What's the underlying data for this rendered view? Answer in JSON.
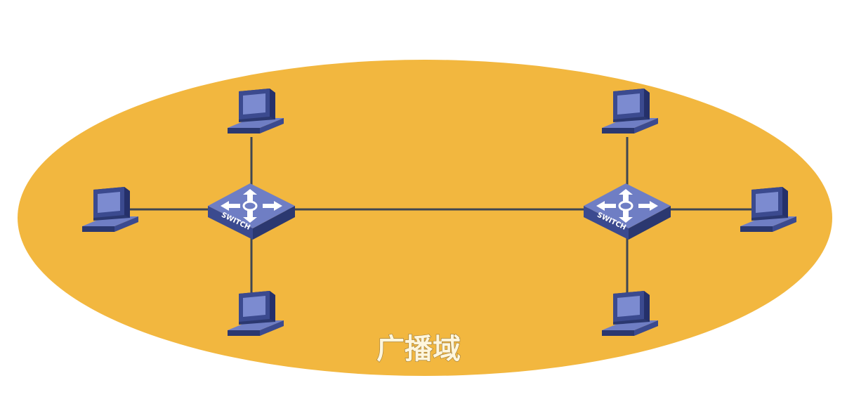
{
  "diagram": {
    "domain_label": "广播域",
    "switches": [
      {
        "id": "switch-left",
        "label": "SWITCH"
      },
      {
        "id": "switch-right",
        "label": "SWITCH"
      }
    ],
    "colors": {
      "domain_fill": "#f2b73f",
      "device_face": "#3b4a8f",
      "device_top": "#6f7ec4",
      "device_side": "#2b3870",
      "link": "#3f4652"
    }
  }
}
